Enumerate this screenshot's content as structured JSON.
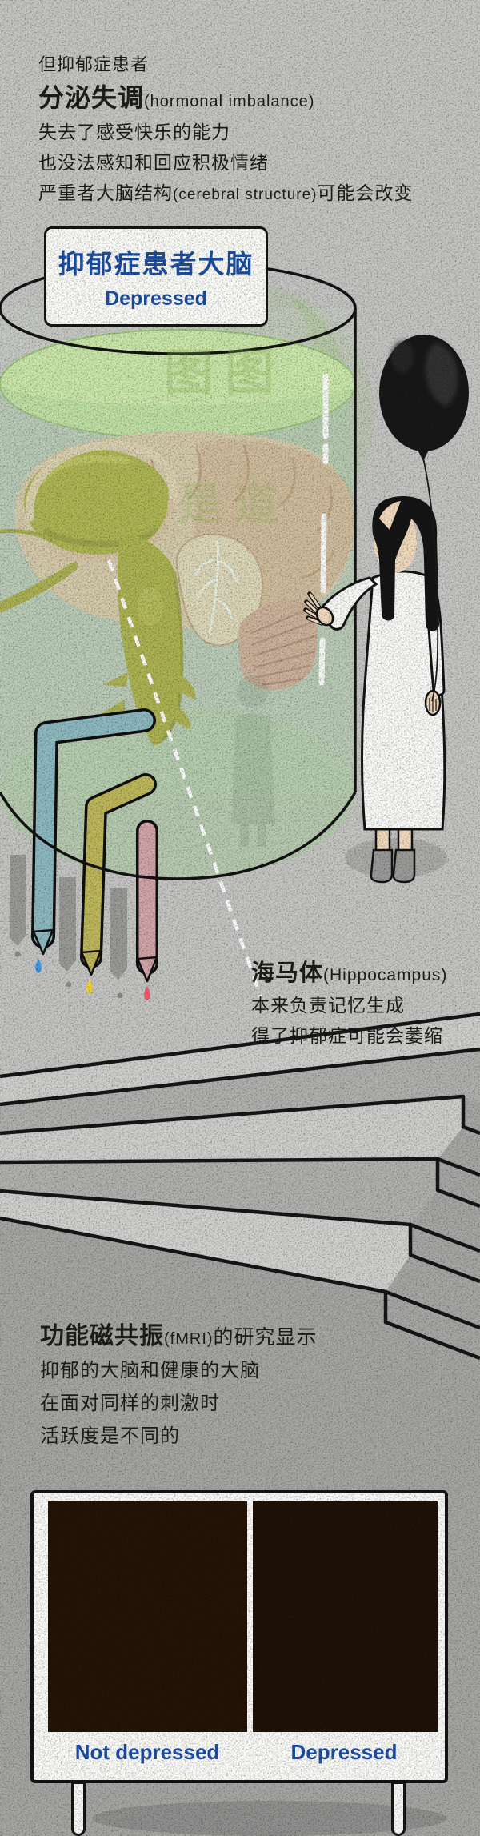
{
  "intro": {
    "line1": "但抑郁症患者",
    "line2_bold": "分泌失调",
    "line2_paren": "(hormonal imbalance)",
    "line3": "失去了感受快乐的能力",
    "line4": "也没法感知和回应积极情绪",
    "line5_pre": "严重者大脑结构",
    "line5_paren": "(cerebral structure)",
    "line5_post": "可能会改变"
  },
  "jar_label": {
    "title": "抑郁症患者大脑",
    "subtitle": "Depressed"
  },
  "hippocampus_note": {
    "title_bold": "海马体",
    "title_paren": "(Hippocampus)",
    "line2": "本来负责记忆生成",
    "line3": "得了抑郁症可能会萎缩"
  },
  "fmri_note": {
    "title_bold": "功能磁共振",
    "title_paren": "(fMRI)",
    "title_post": "的研究显示",
    "line2": "抑郁的大脑和健康的大脑",
    "line3": "在面对同样的刺激时",
    "line4": "活跃度是不同的"
  },
  "scan_board": {
    "left_label": "Not depressed",
    "right_label": "Depressed"
  },
  "watermark": {
    "row1": "图图",
    "row2": "是道"
  },
  "colors": {
    "accent_blue": "#1d4fa0",
    "wall_gray": "#c6c6c4",
    "floor_gray": "#a7a7a5",
    "balloon_black": "#181818",
    "liquid_green": "#cce8ab",
    "olive_brain": "#b5b03f",
    "drop_blue": "#3f9ce8",
    "drop_yellow": "#f6d832",
    "drop_pink": "#f25a72"
  }
}
